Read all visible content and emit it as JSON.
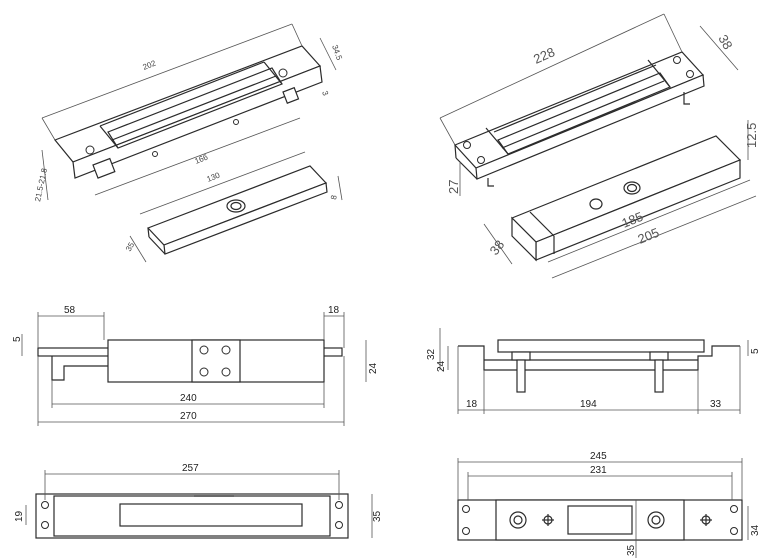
{
  "drawings": {
    "iso_left": {
      "dims": {
        "length_top": "202",
        "width_top": "34.5",
        "offset_side": "3",
        "height_left": "21.5-21.8",
        "inner_length": "166",
        "plate_length": "130",
        "plate_height": "8",
        "plate_width": "35"
      }
    },
    "iso_right": {
      "dims": {
        "length_top": "228",
        "width_top": "38",
        "height_left": "27",
        "plate_height": "12.5",
        "plate_width": "38",
        "hole_span": "185",
        "plate_length": "205"
      }
    },
    "front_left": {
      "dims": {
        "left_span": "58",
        "right_span": "18",
        "left_offset": "5",
        "height": "24",
        "mid_span": "240",
        "total_span": "270"
      }
    },
    "front_right": {
      "dims": {
        "h_outer": "32",
        "h_inner": "24",
        "right_offset": "5",
        "left_span": "18",
        "mid_span": "194",
        "right_span": "33"
      }
    },
    "bottom_left": {
      "dims": {
        "length": "257",
        "left_height": "19",
        "right_height": "35"
      }
    },
    "bottom_right": {
      "dims": {
        "outer_length": "245",
        "inner_length": "231",
        "right_height": "34",
        "bottom_height": "35"
      }
    }
  }
}
